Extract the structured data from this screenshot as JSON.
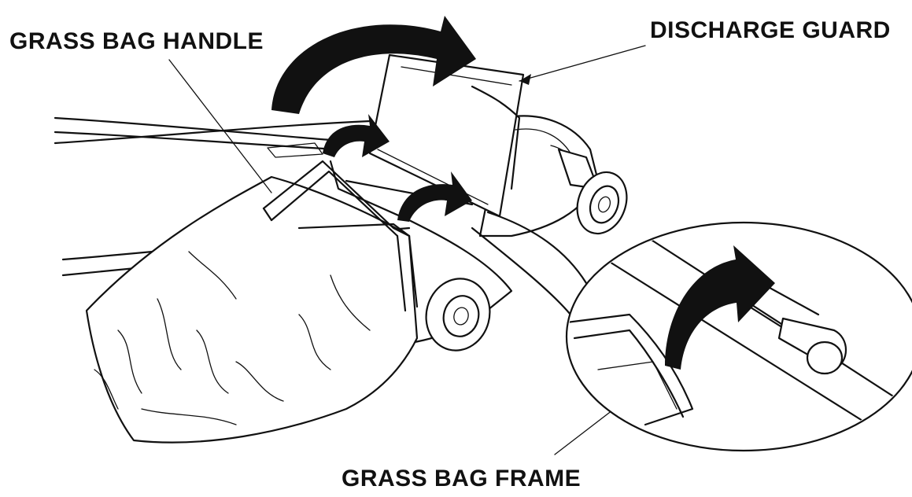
{
  "labels": {
    "grass_bag_handle": "GRASS BAG HANDLE",
    "discharge_guard": "DISCHARGE GUARD",
    "grass_bag_frame": "GRASS BAG FRAME"
  },
  "colors": {
    "ink": "#111111",
    "background": "#ffffff"
  }
}
